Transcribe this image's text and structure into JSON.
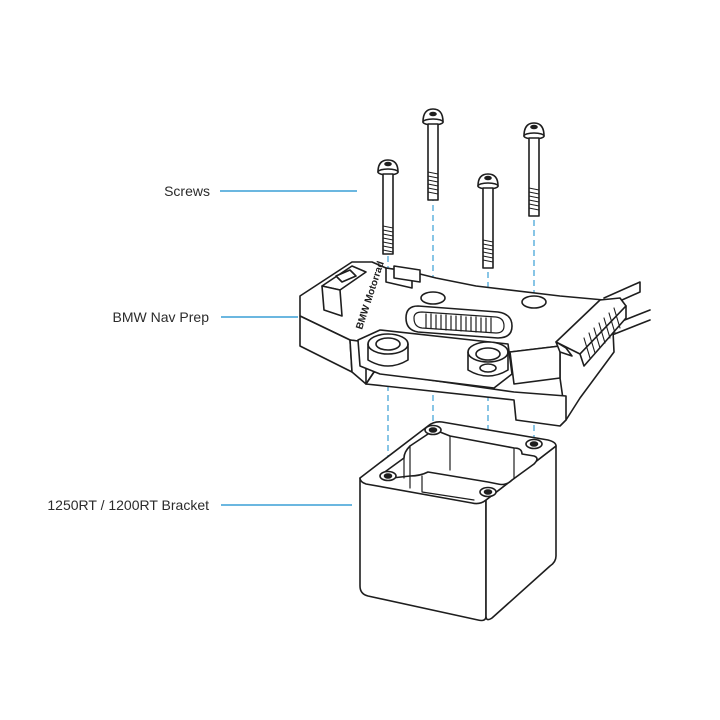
{
  "labels": {
    "screws": "Screws",
    "nav_prep": "BMW Nav Prep",
    "bracket": "1250RT / 1200RT Bracket"
  },
  "part_text": {
    "embossed": "BMW Motorrad"
  },
  "colors": {
    "outline": "#1e1e1e",
    "callout_line": "#3a9fd5",
    "guide_dash": "#3a9fd5",
    "background": "#ffffff",
    "label_text": "#2b2b2b"
  }
}
